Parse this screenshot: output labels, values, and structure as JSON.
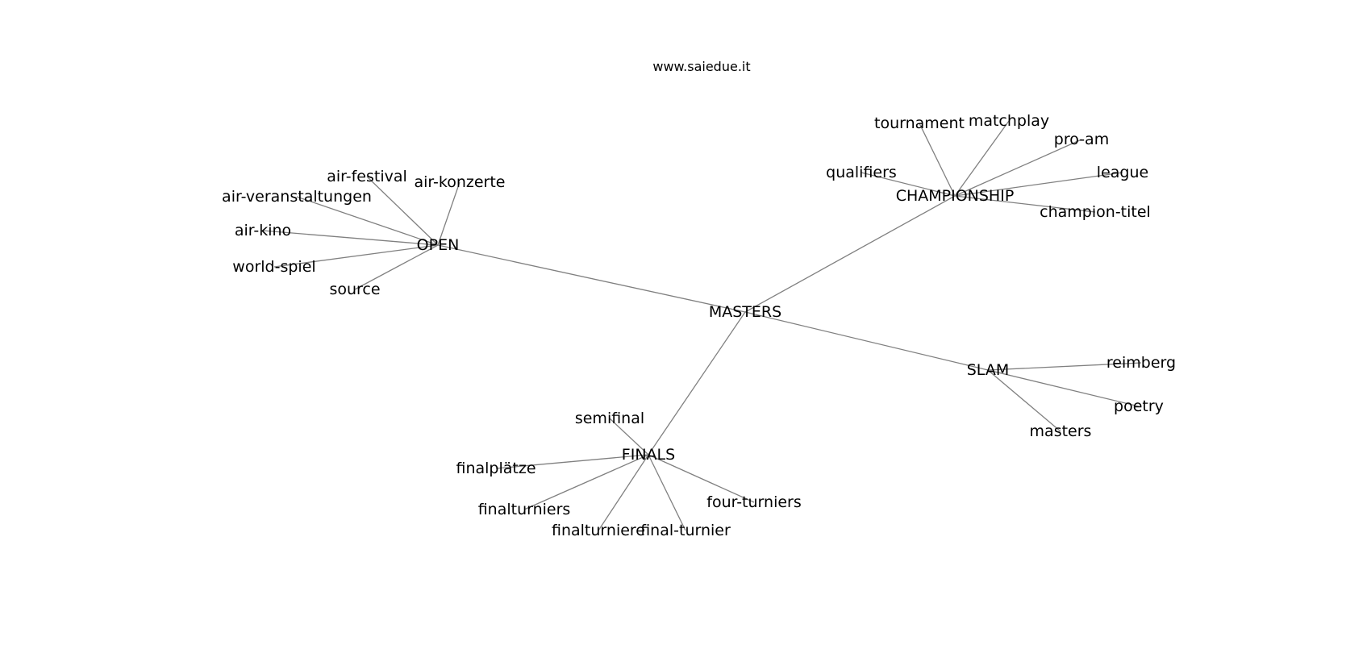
{
  "caption": "www.saiedue.it",
  "colors": {
    "edge": "#808080",
    "text": "#000000",
    "background": "#ffffff"
  },
  "graph": {
    "nodes": [
      {
        "id": "masters_hub",
        "label": "MASTERS"
      },
      {
        "id": "open",
        "label": "OPEN"
      },
      {
        "id": "championship",
        "label": "CHAMPIONSHIP"
      },
      {
        "id": "slam",
        "label": "SLAM"
      },
      {
        "id": "finals",
        "label": "FINALS"
      },
      {
        "id": "air-festival",
        "label": "air-festival"
      },
      {
        "id": "air-konzerte",
        "label": "air-konzerte"
      },
      {
        "id": "air-veranstaltungen",
        "label": "air-veranstaltungen"
      },
      {
        "id": "air-kino",
        "label": "air-kino"
      },
      {
        "id": "world-spiel",
        "label": "world-spiel"
      },
      {
        "id": "source",
        "label": "source"
      },
      {
        "id": "tournament",
        "label": "tournament"
      },
      {
        "id": "matchplay",
        "label": "matchplay"
      },
      {
        "id": "pro-am",
        "label": "pro-am"
      },
      {
        "id": "qualifiers",
        "label": "qualifiers"
      },
      {
        "id": "league",
        "label": "league"
      },
      {
        "id": "champion-titel",
        "label": "champion-titel"
      },
      {
        "id": "reimberg",
        "label": "reimberg"
      },
      {
        "id": "poetry",
        "label": "poetry"
      },
      {
        "id": "masters_leaf",
        "label": "masters"
      },
      {
        "id": "semifinal",
        "label": "semifinal"
      },
      {
        "id": "finalplaetze",
        "label": "finalplätze"
      },
      {
        "id": "finalturniers",
        "label": "finalturniers"
      },
      {
        "id": "finalturniere",
        "label": "finalturniere"
      },
      {
        "id": "final-turnier",
        "label": "final-turnier"
      },
      {
        "id": "four-turniers",
        "label": "four-turniers"
      }
    ],
    "edges": [
      [
        "masters_hub",
        "open"
      ],
      [
        "masters_hub",
        "championship"
      ],
      [
        "masters_hub",
        "slam"
      ],
      [
        "masters_hub",
        "finals"
      ],
      [
        "open",
        "air-festival"
      ],
      [
        "open",
        "air-konzerte"
      ],
      [
        "open",
        "air-veranstaltungen"
      ],
      [
        "open",
        "air-kino"
      ],
      [
        "open",
        "world-spiel"
      ],
      [
        "open",
        "source"
      ],
      [
        "championship",
        "tournament"
      ],
      [
        "championship",
        "matchplay"
      ],
      [
        "championship",
        "pro-am"
      ],
      [
        "championship",
        "qualifiers"
      ],
      [
        "championship",
        "league"
      ],
      [
        "championship",
        "champion-titel"
      ],
      [
        "slam",
        "reimberg"
      ],
      [
        "slam",
        "poetry"
      ],
      [
        "slam",
        "masters_leaf"
      ],
      [
        "finals",
        "semifinal"
      ],
      [
        "finals",
        "finalplaetze"
      ],
      [
        "finals",
        "finalturniers"
      ],
      [
        "finals",
        "finalturniere"
      ],
      [
        "finals",
        "final-turnier"
      ],
      [
        "finals",
        "four-turniers"
      ]
    ]
  }
}
